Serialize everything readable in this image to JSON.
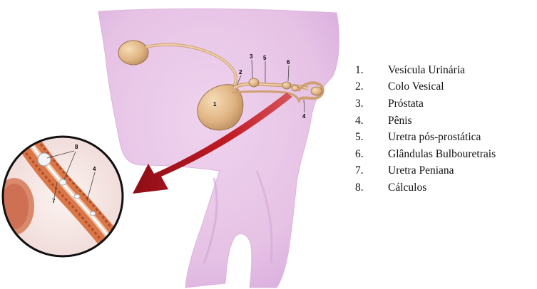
{
  "legend": {
    "items": [
      {
        "num": "1.",
        "label": "Vesícula Urinária"
      },
      {
        "num": "2.",
        "label": "Colo Vesical"
      },
      {
        "num": "3.",
        "label": "Próstata"
      },
      {
        "num": "4.",
        "label": "Pênis"
      },
      {
        "num": "5.",
        "label": "Uretra pós-prostática"
      },
      {
        "num": "6.",
        "label": "Glândulas Bulbouretrais"
      },
      {
        "num": "7.",
        "label": "Uretra Peniana"
      },
      {
        "num": "8.",
        "label": "Cálculos"
      }
    ]
  },
  "diagram_labels": {
    "bladder": "1",
    "bladder_neck": "2",
    "prostate": "3",
    "penis": "4",
    "post_prostatic_urethra": "5",
    "bulbourethral": "6",
    "inset_penis": "4",
    "inset_urethra": "7",
    "inset_calculi": "8"
  },
  "colors": {
    "body": "#e7c6e6",
    "body_edge": "#d5a8d6",
    "organ": "#e2b98a",
    "organ_edge": "#9a6f48",
    "arrow": "#b3121c",
    "inset_border": "#111111",
    "tissue": "#d2643a"
  }
}
